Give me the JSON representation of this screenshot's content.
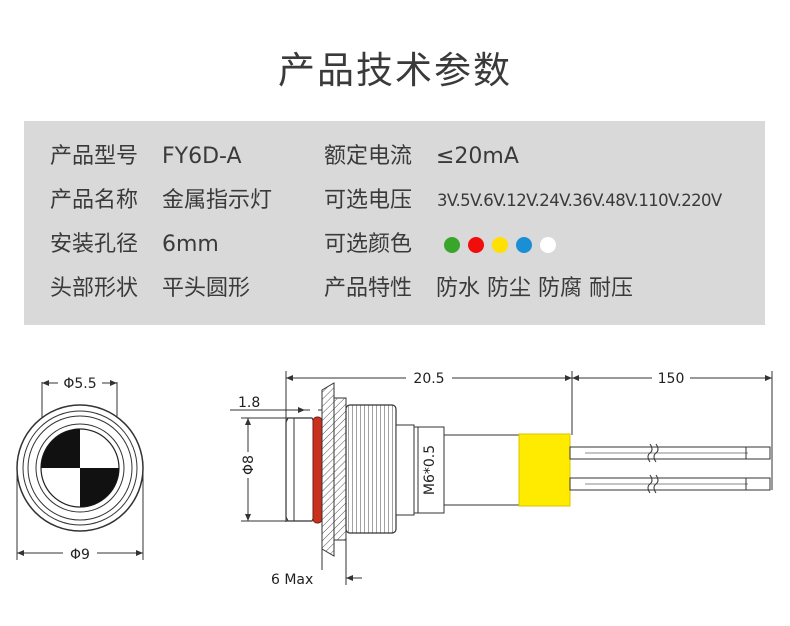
{
  "title": "产品技术参数",
  "specs": {
    "model_label": "产品型号",
    "model_value": "FY6D-A",
    "name_label": "产品名称",
    "name_value": "金属指示灯",
    "hole_label": "安装孔径",
    "hole_value": "6mm",
    "head_label": "头部形状",
    "head_value": "平头圆形",
    "current_label": "额定电流",
    "current_value": "≤20mA",
    "voltage_label": "可选电压",
    "voltage_value": "3V.5V.6V.12V.24V.36V.48V.110V.220V",
    "colors_label": "可选颜色",
    "colors": [
      {
        "name": "green",
        "hex": "#3aa52b"
      },
      {
        "name": "red",
        "hex": "#f20d0d"
      },
      {
        "name": "yellow",
        "hex": "#ffe000"
      },
      {
        "name": "blue",
        "hex": "#1a8fd6"
      },
      {
        "name": "white",
        "hex": "#ffffff"
      }
    ],
    "features_label": "产品特性",
    "features_value": "防水 防尘 防腐 耐压"
  },
  "drawing": {
    "front_top_dim": "Φ5.5",
    "front_bottom_dim": "Φ9",
    "side_length_dim": "20.5",
    "wire_length_dim": "150",
    "bezel_dim": "1.8",
    "diameter_dim": "Φ8",
    "thread_dim": "M6*0.5",
    "panel_dim": "6 Max"
  }
}
